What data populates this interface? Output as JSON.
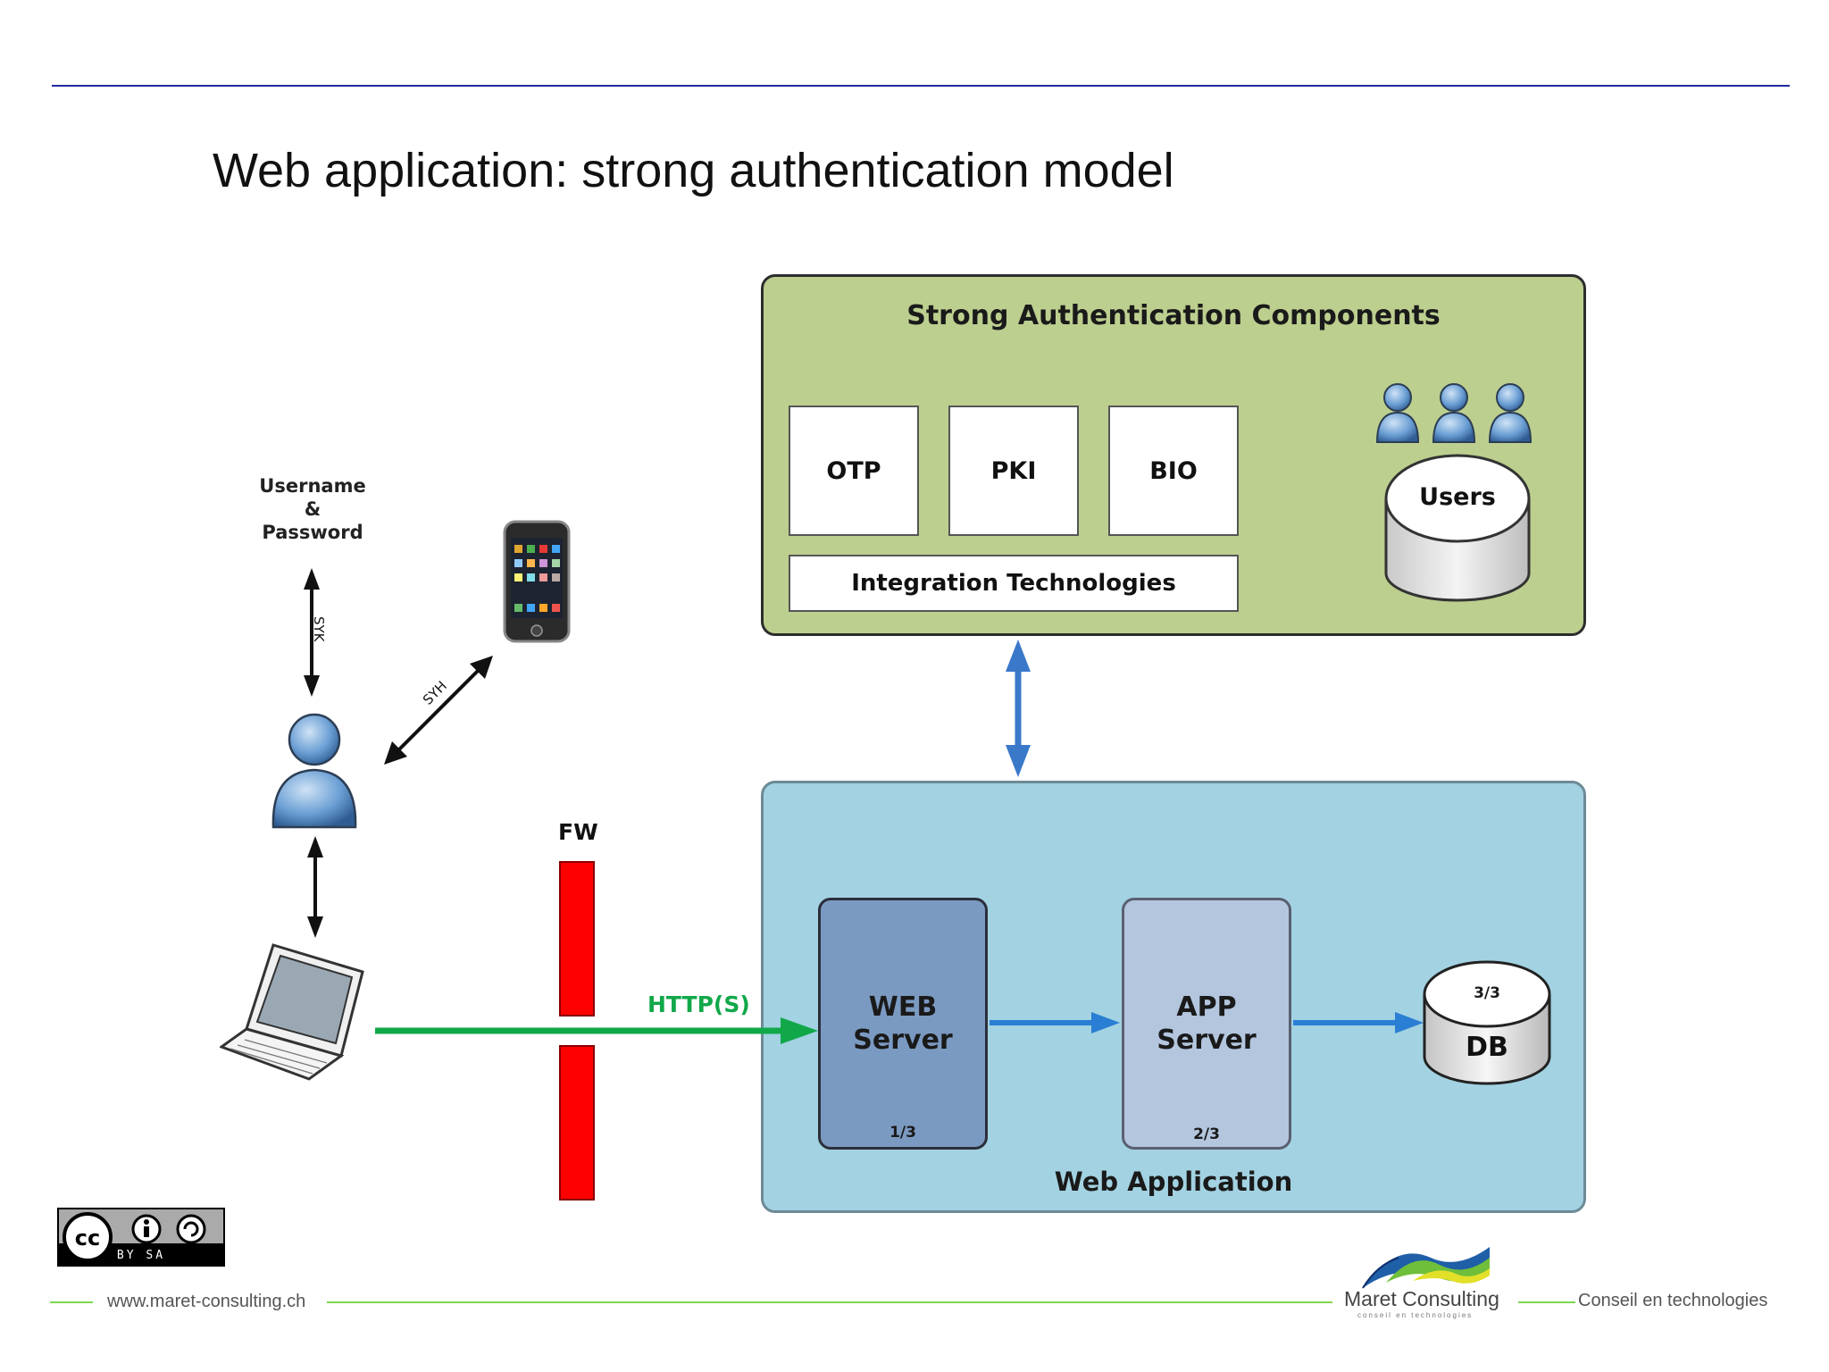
{
  "slide": {
    "title": "Web application: strong authentication model"
  },
  "auth_components": {
    "title": "Strong Authentication Components",
    "items": [
      "OTP",
      "PKI",
      "BIO"
    ],
    "integration": "Integration Technologies",
    "users_store": "Users"
  },
  "web_application": {
    "label": "Web Application",
    "web_server": {
      "name": "WEB\nServer",
      "tier": "1/3"
    },
    "app_server": {
      "name": "APP\nServer",
      "tier": "2/3"
    },
    "database": {
      "name": "DB",
      "tier": "3/3"
    }
  },
  "client": {
    "credentials_line1": "Username",
    "credentials_line2": "&",
    "credentials_line3": "Password",
    "syk_label": "SYK",
    "syh_label": "SYH",
    "firewall_label": "FW",
    "protocol_label": "HTTP(S)"
  },
  "colors": {
    "auth_box": "#bccf8f",
    "web_box": "#a3d2e2",
    "firewall": "#ff0000",
    "http_arrow": "#11a84a",
    "flow_arrow": "#2a7fd4",
    "user_icon": "#6b9fd4"
  },
  "footer": {
    "url": "www.maret-consulting.ch",
    "company": "Maret Consulting",
    "company_sub": "conseil en technologies",
    "tagline": "Conseil en technologies",
    "license": "BY  SA"
  }
}
